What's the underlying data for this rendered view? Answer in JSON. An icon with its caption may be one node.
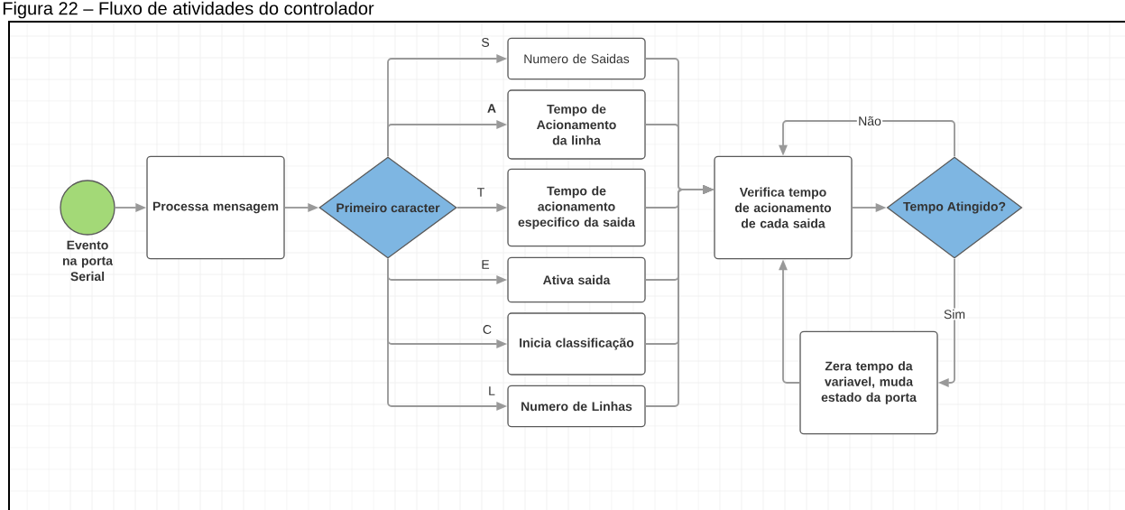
{
  "diagram": {
    "title": "Figura 22 – Fluxo de atividades do controlador",
    "nodes": [
      {
        "text": [
          "Evento na porta Serial"
        ]
      },
      {
        "text": [
          "Processa mensagem"
        ]
      },
      {
        "text": [
          "Primeiro caracter"
        ]
      },
      {
        "text": [
          "Numero de Saidas"
        ]
      },
      {
        "text": [
          "Tempo de Acionamento da linha"
        ]
      },
      {
        "text": [
          "Tempo de acionamento especifico da saida"
        ]
      },
      {
        "text": [
          "Ativa saida"
        ]
      },
      {
        "text": [
          "Inicia classificação"
        ]
      },
      {
        "text": [
          "Numero de Linhas"
        ]
      },
      {
        "text": [
          "Verifica tempo de acionamento de cada saida"
        ]
      },
      {
        "text": [
          "Tempo Atingido?"
        ]
      },
      {
        "text": [
          "Zera tempo da variavel, muda estado da porta"
        ]
      }
    ],
    "edges": [
      {
        "from": 0,
        "to": 1,
        "arrow": "to"
      },
      {
        "from": 1,
        "to": 2,
        "arrow": "to"
      },
      {
        "from": 2,
        "to": 3,
        "arrow": "to",
        "label": "S"
      },
      {
        "from": 2,
        "to": 4,
        "arrow": "to",
        "label": "A"
      },
      {
        "from": 2,
        "to": 5,
        "arrow": "to",
        "label": "T"
      },
      {
        "from": 2,
        "to": 6,
        "arrow": "to",
        "label": "E"
      },
      {
        "from": 2,
        "to": 7,
        "arrow": "to",
        "label": "C"
      },
      {
        "from": 2,
        "to": 8,
        "arrow": "to",
        "label": "L"
      },
      {
        "from": 3,
        "to": 9,
        "arrow": "to"
      },
      {
        "from": 4,
        "to": 9,
        "arrow": "to"
      },
      {
        "from": 5,
        "to": 9,
        "arrow": "to"
      },
      {
        "from": 6,
        "to": 9,
        "arrow": "to"
      },
      {
        "from": 7,
        "to": 9,
        "arrow": "to"
      },
      {
        "from": 8,
        "to": 9,
        "arrow": "to"
      },
      {
        "from": 9,
        "to": 10,
        "arrow": "to"
      },
      {
        "from": 10,
        "to": 9,
        "arrow": "to",
        "label": "Não"
      },
      {
        "from": 10,
        "to": 11,
        "arrow": "to",
        "label": "Sim"
      },
      {
        "from": 11,
        "to": 9,
        "arrow": "to"
      }
    ]
  }
}
